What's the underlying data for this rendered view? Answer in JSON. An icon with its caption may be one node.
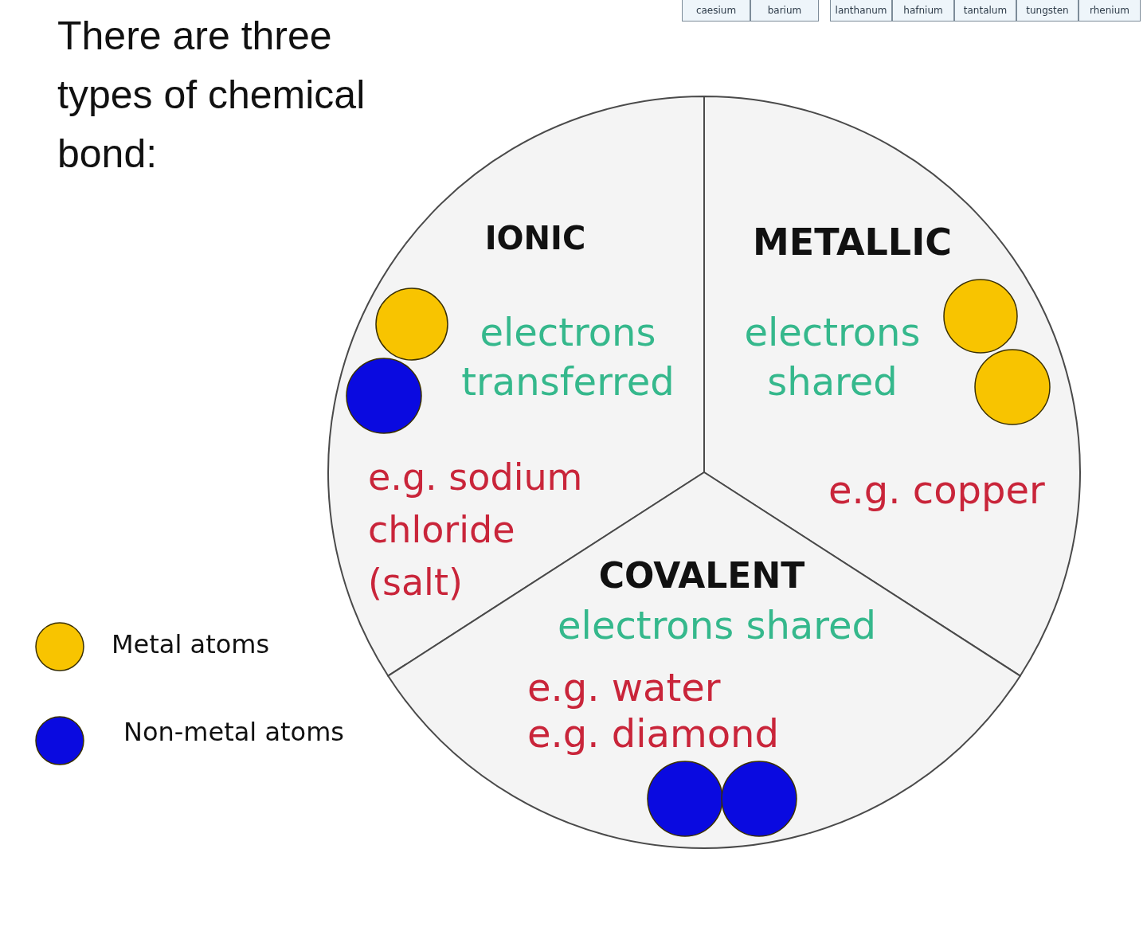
{
  "diagram": {
    "title": "There are three types of chemical bond:",
    "nodes": [
      {
        "text": [
          "IONIC",
          "electrons transferred",
          "e.g. sodium chloride (salt)"
        ]
      },
      {
        "text": [
          "METALLIC",
          "electrons shared",
          "e.g. copper"
        ]
      },
      {
        "text": [
          "COVALENT",
          "electrons shared",
          "e.g. water",
          "e.g. diamond"
        ]
      }
    ],
    "labels": [
      "caesium",
      "barium",
      "lanthanum",
      "hafnium",
      "tantalum",
      "tungsten",
      "rhenium"
    ],
    "legend": [
      {
        "text": "Metal atoms",
        "color": "#f8c400"
      },
      {
        "text": "Non-metal atoms",
        "color": "#0a0ae0"
      }
    ]
  }
}
